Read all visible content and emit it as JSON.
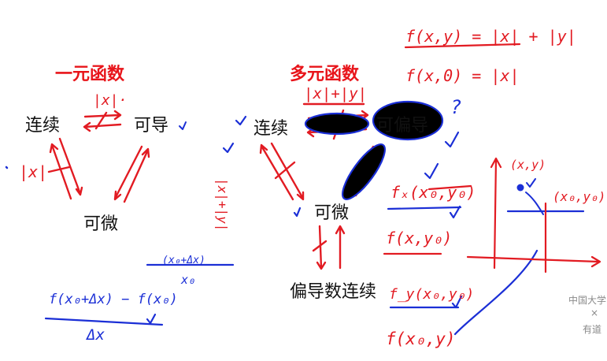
{
  "titles": {
    "single": "一元函数",
    "multi": "多元函数"
  },
  "nodes": {
    "continuous_left": "连续",
    "differentiable_left": "可导",
    "diff_left": "可微",
    "continuous_right": "连续",
    "partial_right": "可偏导",
    "diff_right": "可微",
    "partial_continuous": "偏导数连续"
  },
  "annotations": {
    "abs_x_top": "|x|·",
    "abs_x_left": "|x|",
    "abs_xy_top": "|x|+|y|",
    "abs_xy_left": "|x|+|y|",
    "fxy_def": "f(x,y) = |x| + |y|",
    "fx0": "f(x,0) = |x|",
    "question": "?",
    "fx_partial": "fₓ(x₀,y₀)",
    "f_x_y0": "f(x,y₀)",
    "fy_partial": "f_y(x₀,y₀)",
    "f_x0_y": "f(x₀,y)",
    "diff_quotient_num": "f(x₀+Δx) − f(x₀)",
    "diff_quotient_den": "Δx",
    "small_expr": "(x₀+Δx)",
    "small_x0": "x₀",
    "point_xy": "(x,y)",
    "point_x0y0": "(x₀,y₀)"
  },
  "watermark": {
    "line1": "中国大学",
    "sep": "×",
    "line2": "有道"
  },
  "colors": {
    "red": "#e21b22",
    "blue": "#1b2fd6",
    "text": "#111111",
    "title_red": "#e8141a"
  }
}
